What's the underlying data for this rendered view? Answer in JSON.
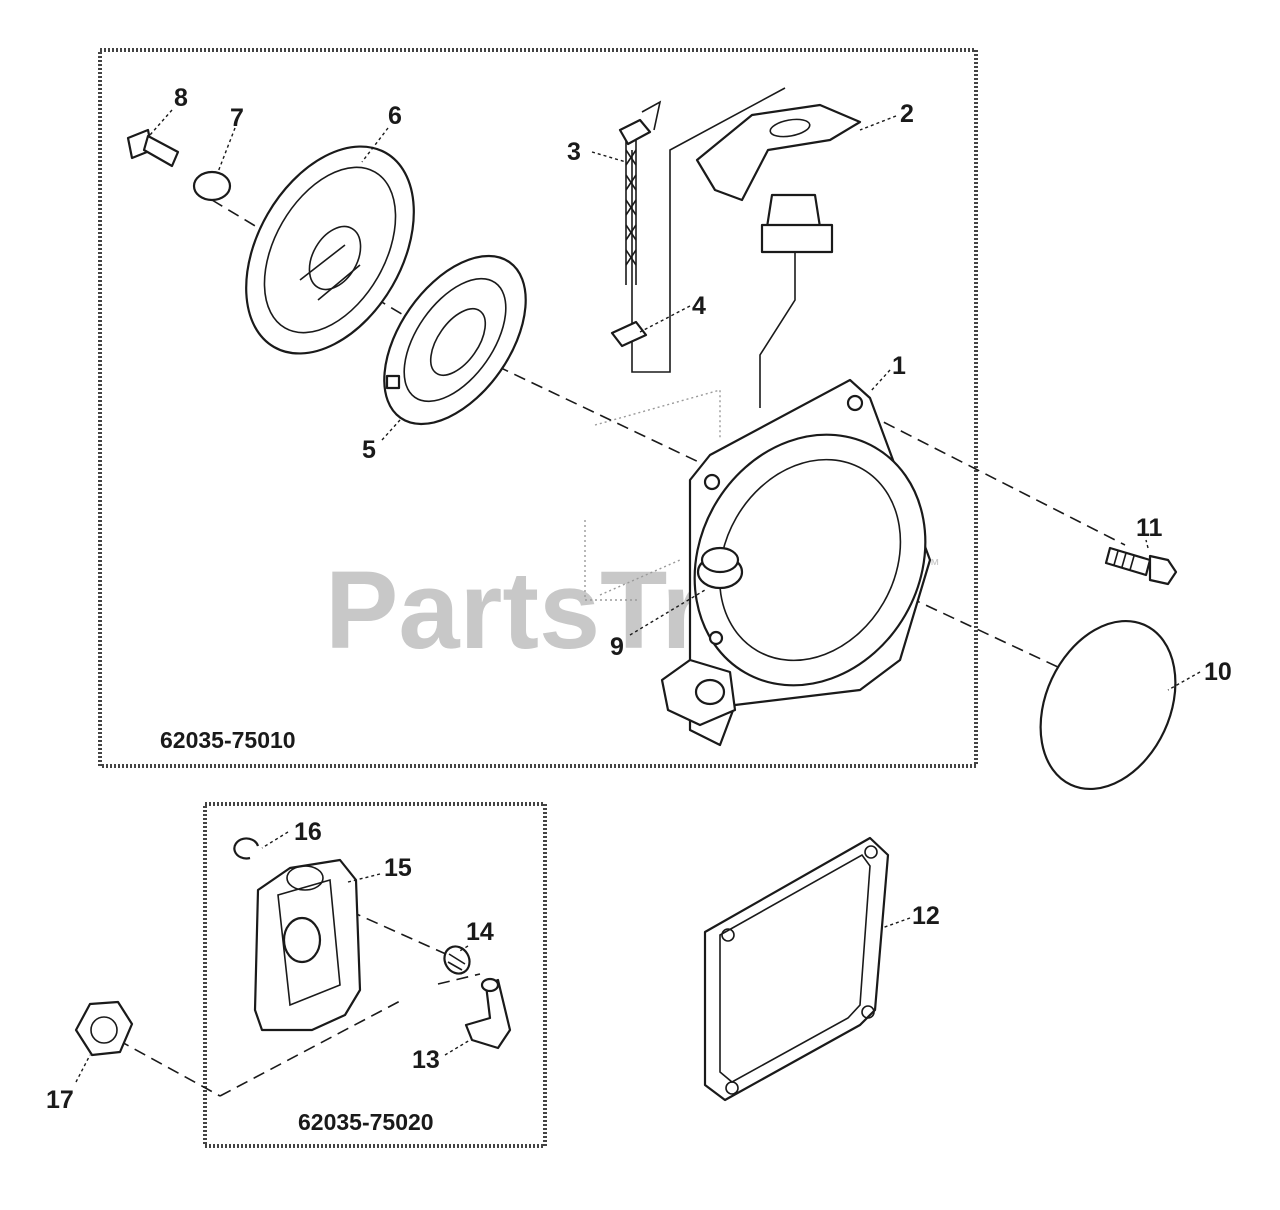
{
  "watermark": "PartsTree",
  "trademark": "™",
  "kits": [
    {
      "id": "main",
      "label": "62035-75010"
    },
    {
      "id": "pawl",
      "label": "62035-75020"
    }
  ],
  "callouts": [
    {
      "number": "1"
    },
    {
      "number": "2"
    },
    {
      "number": "3"
    },
    {
      "number": "4"
    },
    {
      "number": "5"
    },
    {
      "number": "6"
    },
    {
      "number": "7"
    },
    {
      "number": "8"
    },
    {
      "number": "9"
    },
    {
      "number": "10"
    },
    {
      "number": "11"
    },
    {
      "number": "12"
    },
    {
      "number": "13"
    },
    {
      "number": "14"
    },
    {
      "number": "15"
    },
    {
      "number": "16"
    },
    {
      "number": "17"
    }
  ]
}
